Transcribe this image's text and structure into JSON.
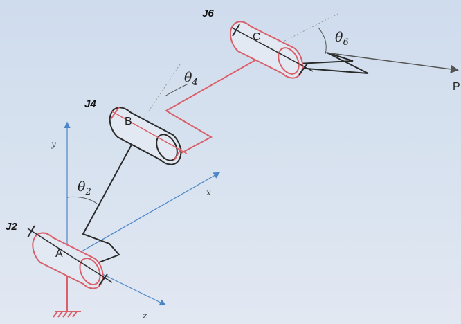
{
  "joints": {
    "j2": {
      "label": "J2",
      "node": "A"
    },
    "j4": {
      "label": "J4",
      "node": "B"
    },
    "j6": {
      "label": "J6",
      "node": "C"
    }
  },
  "angles": {
    "theta2": {
      "symbol": "θ",
      "sub": "2"
    },
    "theta4": {
      "symbol": "θ",
      "sub": "4"
    },
    "theta6": {
      "symbol": "θ",
      "sub": "6"
    }
  },
  "axes": {
    "x": "x",
    "y": "y",
    "z": "z"
  },
  "point": "P",
  "colors": {
    "link_red": "#d9606a",
    "link_dark": "#2a2a2a",
    "axis_blue": "#4d86c6",
    "ground_red": "#d9606a"
  }
}
